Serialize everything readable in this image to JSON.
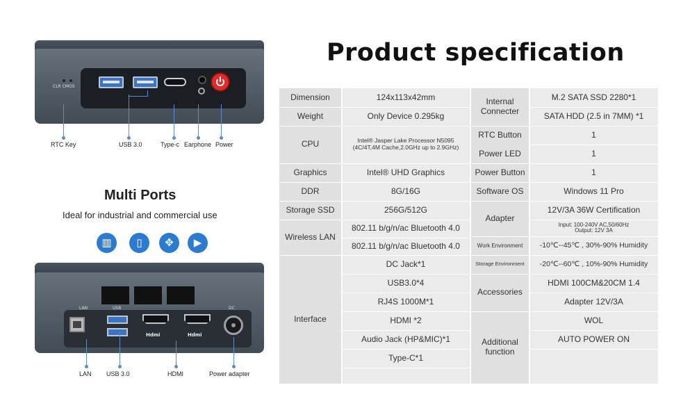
{
  "title": "Product specification",
  "multi_ports": {
    "title": "Multi Ports",
    "subtitle": "Ideal for industrial and commercial use",
    "icons": [
      "chart-icon",
      "tablet-icon",
      "gamepad-icon",
      "camera-icon"
    ]
  },
  "front_panel": {
    "clr_label": "CLR CMOS",
    "labels": [
      "RTC Key",
      "USB 3.0",
      "Type-c",
      "Earphone",
      "Power"
    ]
  },
  "back_panel": {
    "port_captions": {
      "lan": "LAN",
      "usb": "USB",
      "dc": "DC"
    },
    "hdmi_logo": "Hdmi",
    "labels": [
      "LAN",
      "USB 3.0",
      "HDMI",
      "Power adapter"
    ]
  },
  "spec_left": [
    {
      "key": "Dimension",
      "values": [
        "124x113x42mm"
      ]
    },
    {
      "key": "Weight",
      "values": [
        "Only Device 0.295kg"
      ]
    },
    {
      "key": "CPU",
      "values": [
        "Intel® Jasper Lake Processor N5095 (4C/4T,4M Cache,2.0GHz up to 2.9GHz)"
      ]
    },
    {
      "key": "Graphics",
      "values": [
        "Intel® UHD Graphics"
      ]
    },
    {
      "key": "DDR",
      "values": [
        "8G/16G"
      ]
    },
    {
      "key": "Storage SSD",
      "values": [
        "256G/512G"
      ]
    },
    {
      "key": "Wireless LAN",
      "values": [
        "802.11 b/g/n/ac Bluetooth 4.0",
        "802.11 b/g/n/ac Bluetooth 4.0"
      ]
    },
    {
      "key": "Interface",
      "values": [
        "DC Jack*1",
        "USB3.0*4",
        "RJ4S 1000M*1",
        "HDMI *2",
        "Audio Jack (HP&MIC)*1",
        "Type-C*1"
      ]
    }
  ],
  "spec_right": [
    {
      "key": "Internal Connecter",
      "values": [
        "M.2 SATA SSD 2280*1",
        "SATA HDD (2.5 in 7MM) *1"
      ]
    },
    {
      "key": "RTC Button",
      "values": [
        "1"
      ]
    },
    {
      "key": "Power LED",
      "values": [
        "1"
      ]
    },
    {
      "key": "Power Button",
      "values": [
        "1"
      ]
    },
    {
      "key": "Software OS",
      "values": [
        "Windows 11 Pro"
      ]
    },
    {
      "key": "Adapter",
      "values": [
        "12V/3A 36W Certification",
        "Input: 100-240V AC,50/60Hz Output: 12V 3A"
      ]
    },
    {
      "key": "Work Environment",
      "values": [
        "-10℃--45℃ , 30%-90% Humidity"
      ]
    },
    {
      "key": "Storage Environment",
      "values": [
        "-20℃--60℃ , 10%-90% Humidity"
      ]
    },
    {
      "key": "Accessories",
      "values": [
        "HDMI 100CM&20CM 1.4",
        "Adapter 12V/3A"
      ]
    },
    {
      "key": "Additional function",
      "values": [
        "WOL",
        "AUTO POWER ON"
      ]
    }
  ],
  "colors": {
    "accent_blue": "#2b7bd1",
    "power_red": "#e22b2b",
    "table_bg": "#e7e7e7"
  }
}
